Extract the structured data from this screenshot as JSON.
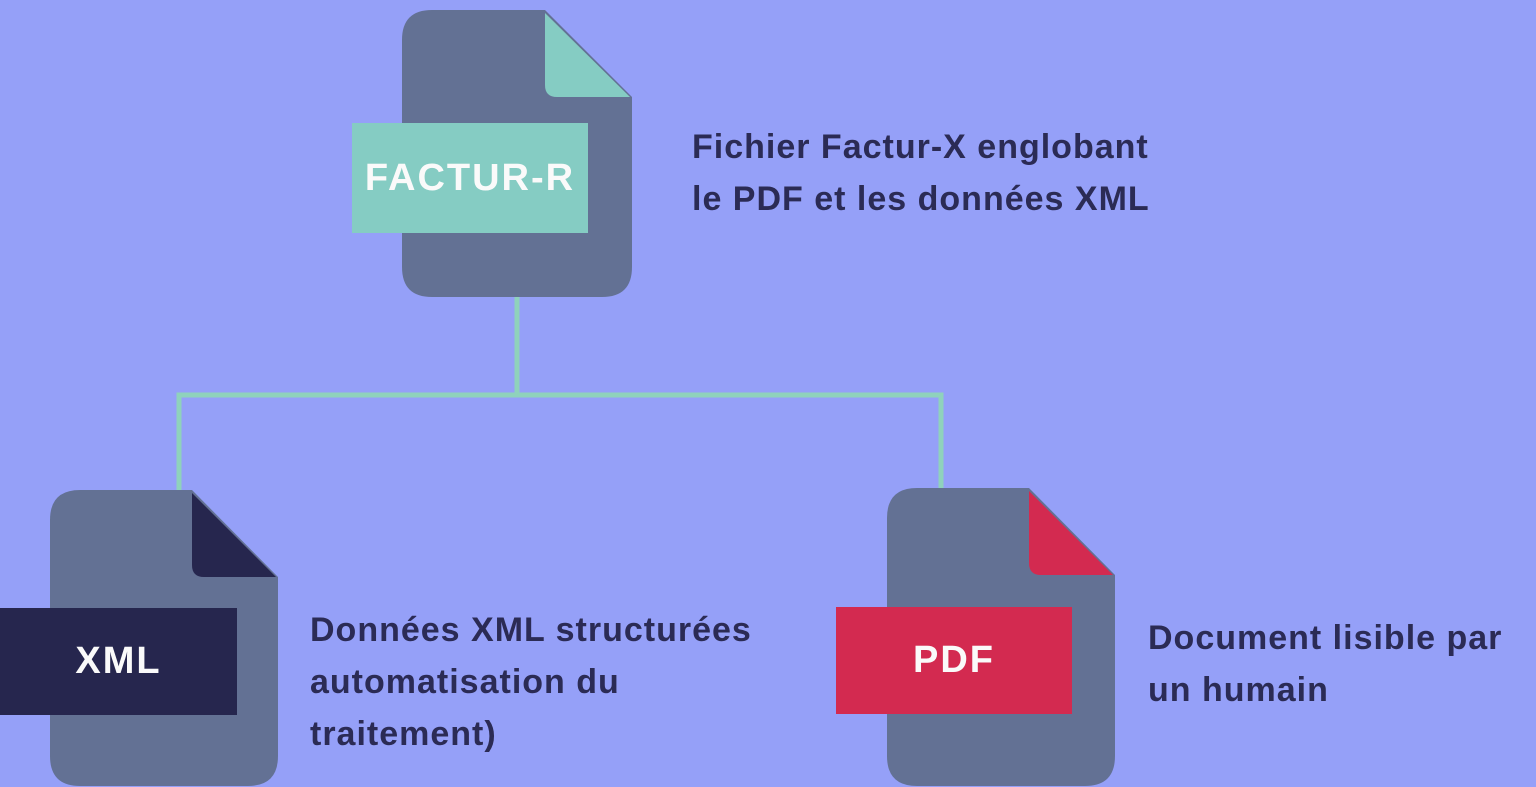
{
  "colors": {
    "bg": "#95A0F8",
    "file-body": "#637194",
    "teal": "#85CCC3",
    "navy": "#26264E",
    "red": "#D32A50",
    "connector": "#8FD2BC",
    "text": "#2B2B55",
    "label-text": "#FAFAFA"
  },
  "diagram": {
    "root": {
      "icon": "facturx-file-icon",
      "badge": "FACTUR-R",
      "caption_lines": {
        "0": "Fichier Factur-X englobant",
        "1": "le PDF et les données XML"
      }
    },
    "xml": {
      "icon": "xml-file-icon",
      "badge": "XML",
      "caption_lines": {
        "0": "Données XML structurées",
        "1": "automatisation du",
        "2": "traitement)"
      }
    },
    "pdf": {
      "icon": "pdf-file-icon",
      "badge": "PDF",
      "caption_lines": {
        "0": "Document lisible par",
        "1": "un humain"
      }
    }
  }
}
